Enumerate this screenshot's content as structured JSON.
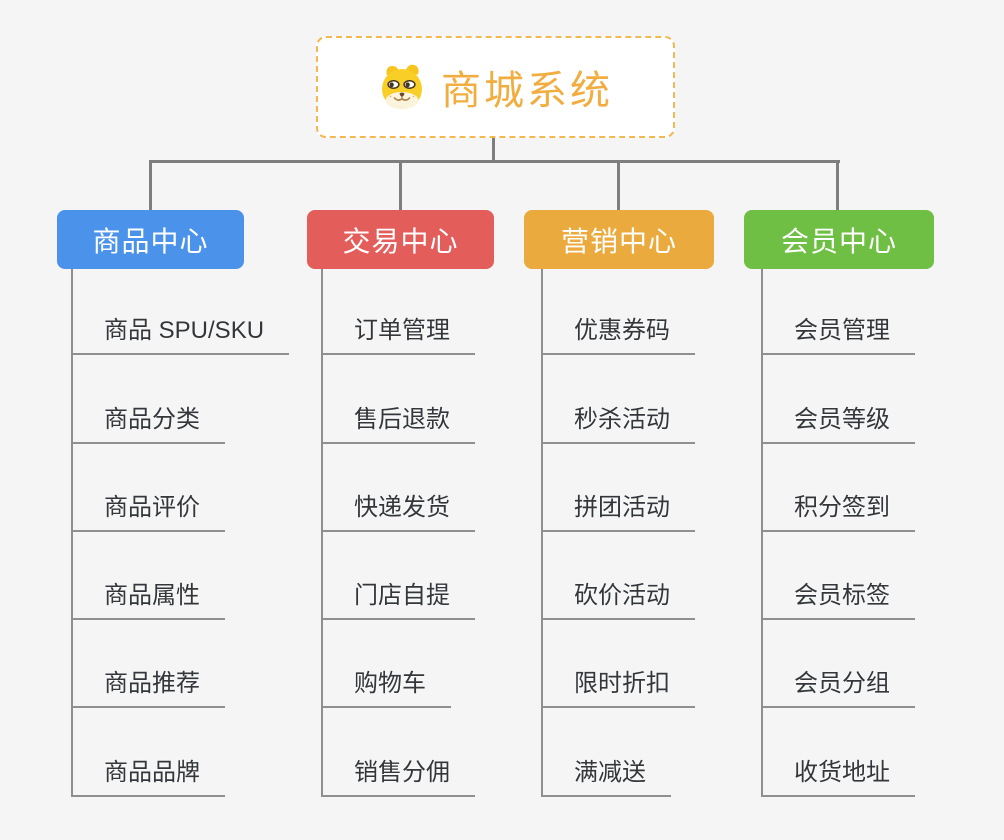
{
  "root": {
    "label": "商城系统",
    "icon": "dog-face-icon",
    "accent_color": "#f1ad3f",
    "border_color": "#f3b852",
    "background": "#ffffff"
  },
  "canvas": {
    "background": "#f5f5f5",
    "connector_color": "#7e7e7e",
    "underline_color": "#8f8f8f",
    "child_text_color": "#33363a"
  },
  "branches": [
    {
      "label": "商品中心",
      "color": "#4b93ea",
      "children": [
        "商品 SPU/SKU",
        "商品分类",
        "商品评价",
        "商品属性",
        "商品推荐",
        "商品品牌"
      ]
    },
    {
      "label": "交易中心",
      "color": "#e35d5b",
      "children": [
        "订单管理",
        "售后退款",
        "快递发货",
        "门店自提",
        "购物车",
        "销售分佣"
      ]
    },
    {
      "label": "营销中心",
      "color": "#ebaa3e",
      "children": [
        "优惠券码",
        "秒杀活动",
        "拼团活动",
        "砍价活动",
        "限时折扣",
        "满减送"
      ]
    },
    {
      "label": "会员中心",
      "color": "#6ebf43",
      "children": [
        "会员管理",
        "会员等级",
        "积分签到",
        "会员标签",
        "会员分组",
        "收货地址"
      ]
    }
  ]
}
